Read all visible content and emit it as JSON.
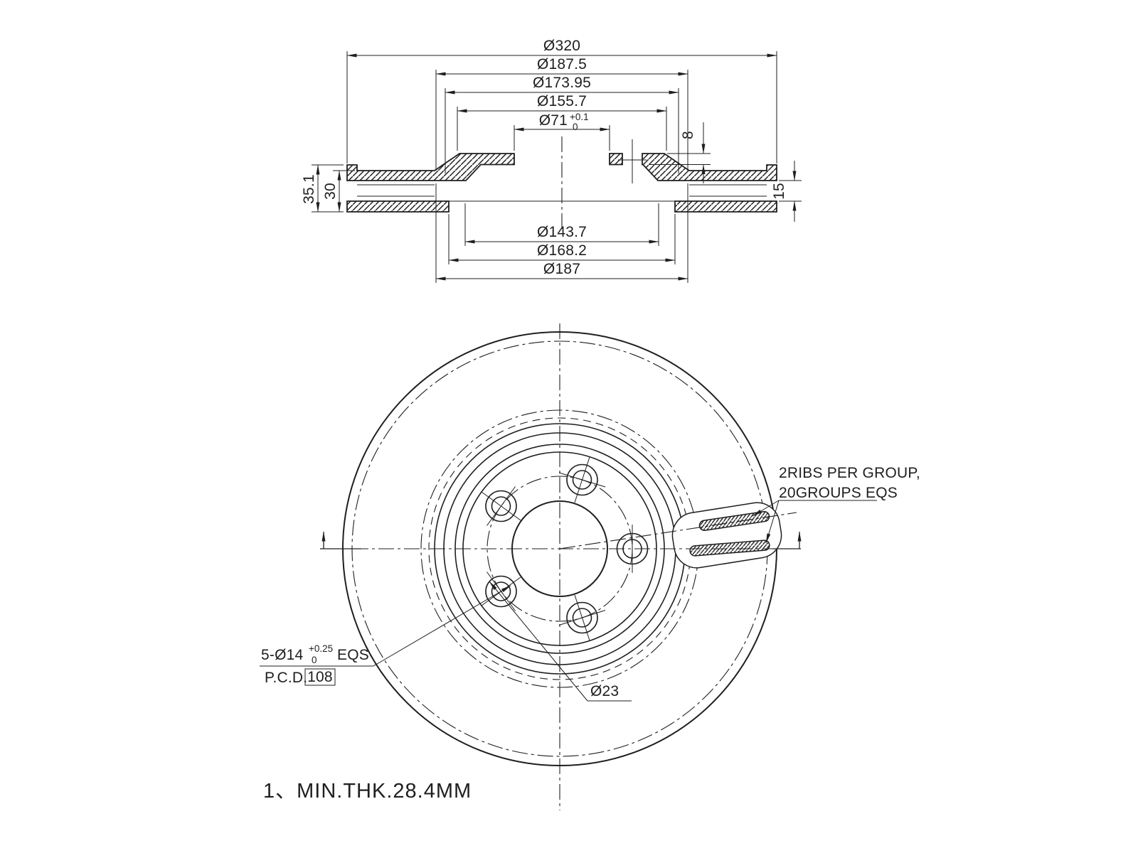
{
  "colors": {
    "ink": "#1f1f1f",
    "paper": "#ffffff"
  },
  "section_view": {
    "dia_outer": "Ø320",
    "dia_hat_flange": "Ø187.5",
    "dia_hat_wall": "Ø173.95",
    "dia_hat_face": "Ø155.7",
    "dia_center_bore": "Ø71",
    "bore_tol_upper": "+0.1",
    "bore_tol_lower": "0",
    "flange_thickness": "8",
    "overall_height": "35.1",
    "disc_thickness": "30",
    "vent_channel": "15",
    "dia_hat_opening": "Ø143.7",
    "dia_plate_inner": "Ø168.2",
    "dia_band_inner": "Ø187"
  },
  "front_view": {
    "ribs_note_line1": "2RIBS PER GROUP,",
    "ribs_note_line2": "20GROUPS EQS",
    "bolt_pattern": "5-Ø14",
    "bolt_tol_upper": "+0.25",
    "bolt_tol_lower": "0",
    "bolt_pattern_suffix": "EQS",
    "pcd_label": "P.C.D.",
    "pcd_value": "108",
    "counterbore_dia": "Ø23"
  },
  "footnote": "1、MIN.THK.28.4MM"
}
